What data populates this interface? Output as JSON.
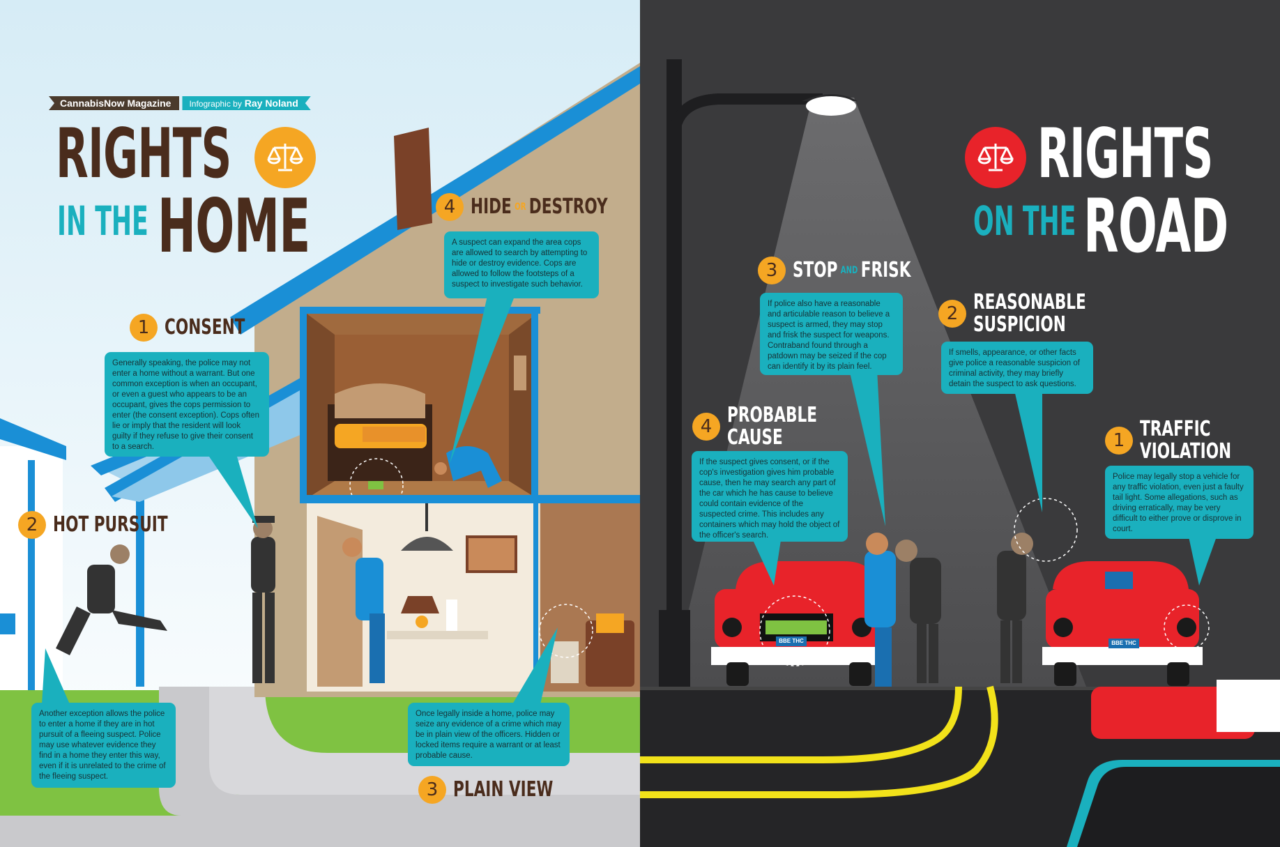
{
  "brand": {
    "magazine": "CannabisNow Magazine",
    "credit_prefix": "Infographic by",
    "credit_name": "Ray Noland"
  },
  "home": {
    "title_line1": "RIGHTS",
    "title_line2_small": "IN THE",
    "title_line2_big": "HOME",
    "badge_icon": "scales-of-justice-icon",
    "sections": [
      {
        "number": "1",
        "title": "CONSENT",
        "text": "Generally speaking, the police may not enter a home without a warrant. But one common exception is when an occupant, or even a guest who appears to be an occupant, gives the cops permission to enter (the consent exception). Cops often lie or imply that the resident will look guilty if they refuse to give their consent to a search."
      },
      {
        "number": "2",
        "title": "HOT PURSUIT",
        "text": "Another exception allows the police to enter a home if they are in hot pursuit of a fleeing suspect. Police may use whatever evidence they find in a home they enter this way, even if it is unrelated to the crime of the fleeing suspect."
      },
      {
        "number": "3",
        "title": "PLAIN VIEW",
        "text": "Once legally inside a home, police may seize any evidence of a crime which may be in plain view of the officers. Hidden or locked items require a warrant or at least probable cause."
      },
      {
        "number": "4",
        "title_a": "HIDE",
        "title_or": "OR",
        "title_b": "DESTROY",
        "text": "A suspect can expand the area cops are allowed to search by attempting to hide or destroy evidence. Cops are allowed to follow the footsteps of a suspect to investigate such behavior."
      }
    ]
  },
  "road": {
    "title_line1": "RIGHTS",
    "title_line2_small": "ON THE",
    "title_line2_big": "ROAD",
    "badge_icon": "scales-of-justice-icon",
    "sections": [
      {
        "number": "1",
        "title_l1": "TRAFFIC",
        "title_l2": "VIOLATION",
        "text": "Police may legally stop a vehicle for any traffic violation, even just a faulty tail light. Some allegations, such as driving erratically, may be very difficult to either prove or disprove in court."
      },
      {
        "number": "2",
        "title_l1": "REASONABLE",
        "title_l2": "SUSPICION",
        "text": "If smells, appearance, or other facts give police a reasonable suspicion of criminal activity, they may briefly detain the suspect to ask questions."
      },
      {
        "number": "3",
        "title_a": "STOP",
        "title_and": "AND",
        "title_b": "FRISK",
        "text": "If police also have a reasonable and articulable reason to believe a suspect is armed, they may stop and frisk the suspect for weapons. Contraband found through a patdown may be seized if the cop can identify it by its plain feel."
      },
      {
        "number": "4",
        "title_l1": "PROBABLE",
        "title_l2": "CAUSE",
        "text": "If the suspect gives consent, or if the cop's investigation gives him probable cause, then he may search any part of the car which he has cause to believe could contain evidence of the suspected crime. This includes any containers which may hold the object of the officer's search."
      }
    ],
    "plates": [
      "BBE THC",
      "BBE THC"
    ]
  },
  "colors": {
    "teal": "#1ab0be",
    "orange": "#f5a623",
    "brown": "#4a2c1c",
    "red": "#e8232a",
    "night": "#3a3a3c",
    "grass": "#7fc242"
  }
}
